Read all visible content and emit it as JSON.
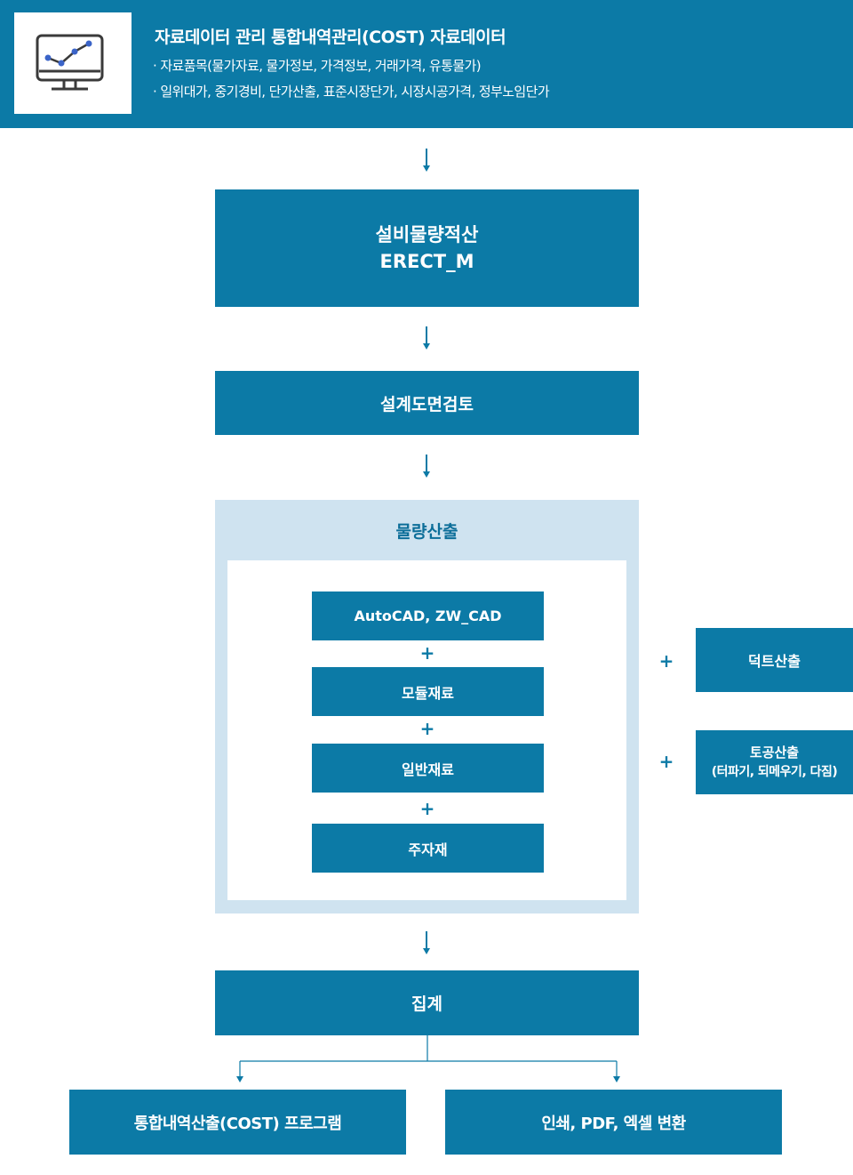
{
  "header": {
    "icon": "monitor-chart-icon",
    "title": "자료데이터 관리 통합내역관리(COST) 자료데이터",
    "line1": "· 자료품목(물가자료, 물가정보, 가격정보, 거래가격, 유통물가)",
    "line2": "· 일위대가, 중기경비, 단가산출, 표준시장단가, 시장시공가격, 정부노임단가"
  },
  "flow": {
    "erect": {
      "line1": "설비물량적산",
      "line2": "ERECT_M"
    },
    "review": "설계도면검토",
    "quantity": {
      "title": "물량산출",
      "items": [
        "AutoCAD, ZW_CAD",
        "모듈재료",
        "일반재료",
        "주자재"
      ],
      "plus": "+"
    },
    "side": {
      "duct": "덕트산출",
      "earthwork_line1": "토공산출",
      "earthwork_line2": "(터파기, 되메우기, 다짐)",
      "plus": "+"
    },
    "total": "집계",
    "outputs": [
      "통합내역산출(COST) 프로그램",
      "인쇄, PDF, 엑셀 변환"
    ]
  },
  "colors": {
    "primary": "#0c7aa6",
    "light_panel": "#cfe3f0",
    "white": "#ffffff"
  }
}
